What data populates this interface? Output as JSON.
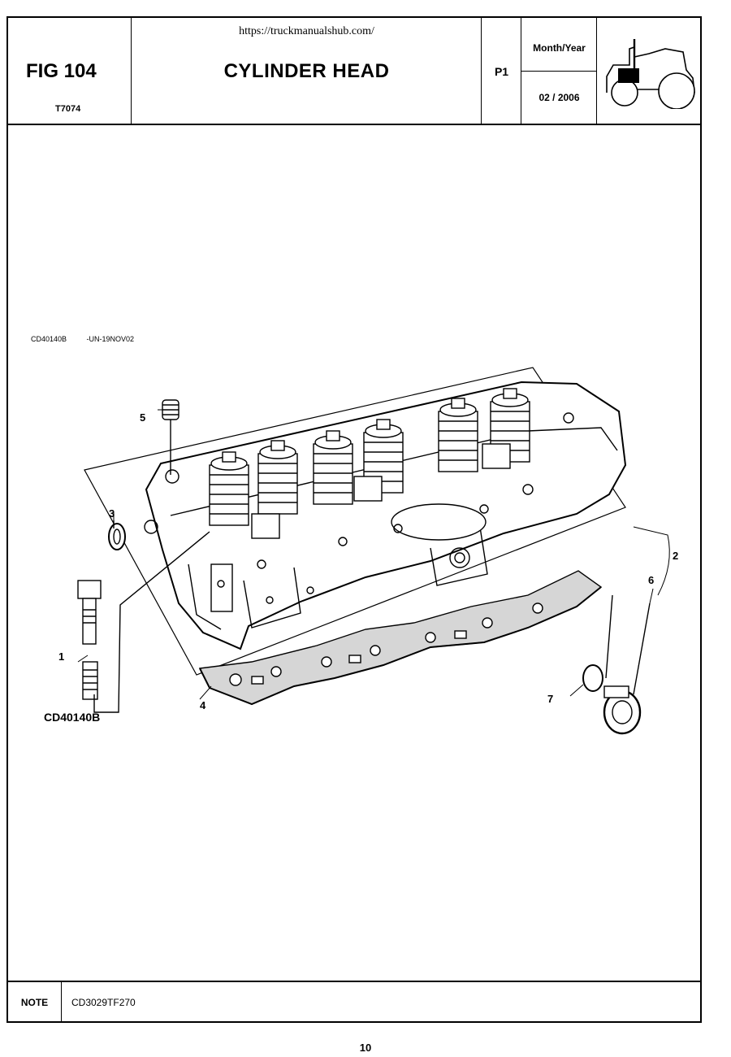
{
  "header": {
    "fig_number": "FIG 104",
    "fig_code": "T7074",
    "url": "https://truckmanualshub.com/",
    "title": "CYLINDER HEAD",
    "page_code": "P1",
    "date_label": "Month/Year",
    "date_value": "02 / 2006",
    "logo_icon": "tractor-icon"
  },
  "figure": {
    "image_id": "CD40140B",
    "image_suffix": "-UN-19NOV02",
    "caption": "CD40140B",
    "callouts": [
      "1",
      "2",
      "3",
      "4",
      "5",
      "6",
      "7"
    ]
  },
  "footer": {
    "note_label": "NOTE",
    "note_text": "CD3029TF270"
  },
  "page_number": "10"
}
